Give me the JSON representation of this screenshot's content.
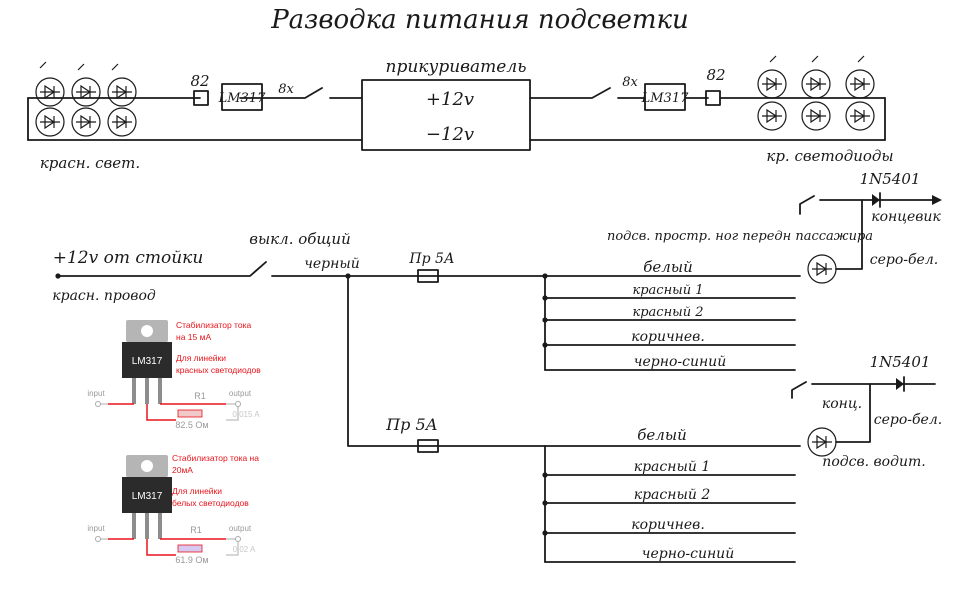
{
  "title": "Разводка питания подсветки",
  "top": {
    "lighter_label": "прикуриватель",
    "plus_label": "+12v",
    "minus_label": "−12v",
    "left": {
      "resistor": "82",
      "regulator": "LM317",
      "switch": "8x",
      "leds_label": "красн. свет."
    },
    "right": {
      "resistor": "82",
      "regulator": "LM317",
      "switch": "8x",
      "leds_label": "кр. светодиоды"
    }
  },
  "power": {
    "source": "+12v от стойки",
    "source_wire": "красн. провод",
    "master_switch": "выкл. общий",
    "common_wire": "черный"
  },
  "branch1": {
    "fuse": "Пр 5А",
    "wires": [
      "белый",
      "красный 1",
      "красный 2",
      "коричнев.",
      "черно-синий"
    ],
    "diode": "1N5401",
    "door_label": "подсв. простр. ног передн пассажира",
    "limit_switch": "концевик",
    "out_wire": "серо-бел."
  },
  "branch2": {
    "fuse": "Пр 5А",
    "wires": [
      "белый",
      "красный 1",
      "красный 2",
      "коричнев.",
      "черно-синий"
    ],
    "diode": "1N5401",
    "limit_switch": "конц.",
    "out_wire": "серо-бел.",
    "lamp_label": "подсв. водит."
  },
  "module1": {
    "chip": "LM317",
    "desc_line1": "Стабилизатор тока",
    "desc_line2": "на 15 мА",
    "use_line1": "Для линейки",
    "use_line2": "красных светодиодов",
    "input": "input",
    "output": "output",
    "resistor_name": "R1",
    "resistor_value": "82.5 Ом",
    "output_value": "0.015 A"
  },
  "module2": {
    "chip": "LM317",
    "desc_line1": "Стабилизатор тока на",
    "desc_line2": "20мА",
    "use_line1": "Для линейки",
    "use_line2": "белых светодиодов",
    "input": "input",
    "output": "output",
    "resistor_name": "R1",
    "resistor_value": "61.9 Ом",
    "output_value": "0.02 A"
  },
  "colors": {
    "ink": "#1a1a1a",
    "note_red": "#e8141b",
    "chip_dark": "#2b2b2b",
    "tab_grey": "#b5b5b5",
    "pin_grey": "#8d8d8d",
    "wire_grey": "#c8c8c8"
  }
}
